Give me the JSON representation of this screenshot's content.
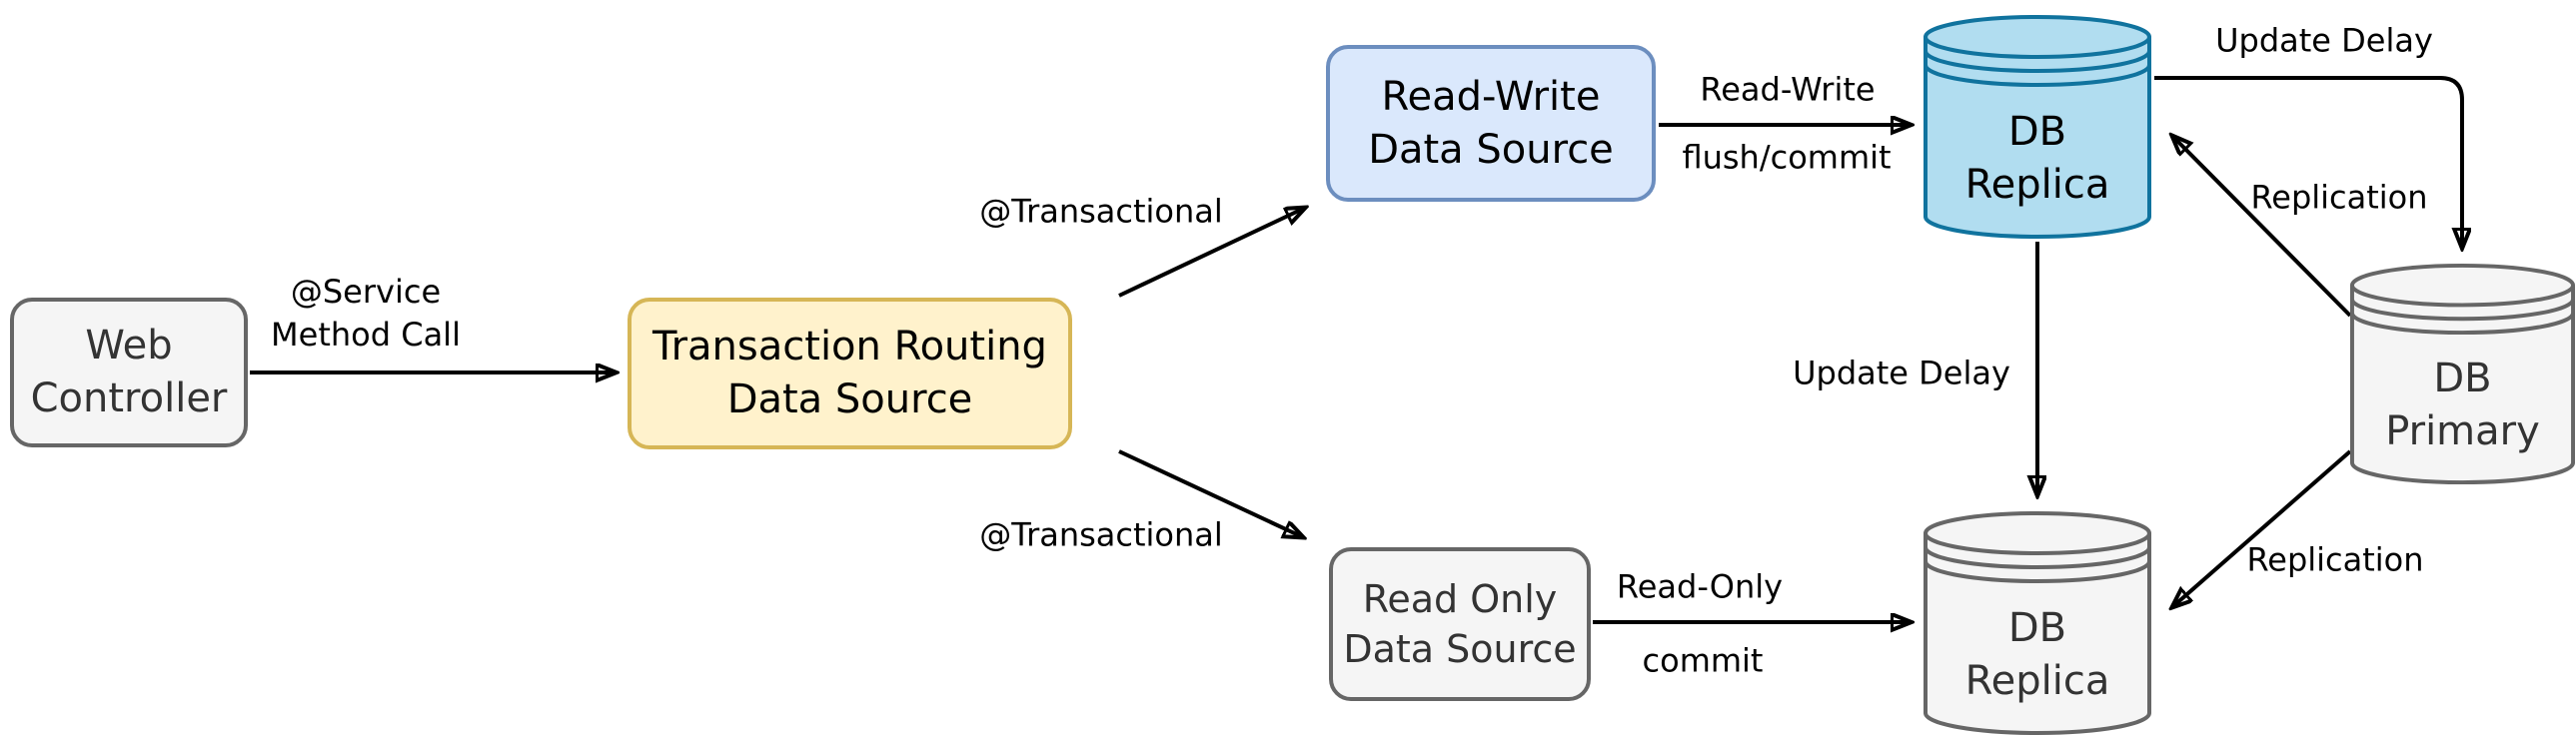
{
  "colors": {
    "canvas_bg": "#ffffff",
    "arrow": "#000000",
    "label_text": "#000000",
    "gray_fill": "#f5f5f5",
    "gray_stroke": "#666666",
    "gray_text": "#333333",
    "yellow_fill": "#fff2cc",
    "yellow_stroke": "#d6b656",
    "blue_fill": "#dae8fc",
    "blue_stroke": "#6c8ebf",
    "cyan_fill": "#b1ddf0",
    "cyan_stroke": "#10739e"
  },
  "nodes": {
    "web_controller": {
      "label": "Web\nController",
      "shape": "rounded-box"
    },
    "transaction_routing": {
      "label": "Transaction Routing\nData Source",
      "shape": "rounded-box"
    },
    "read_write_ds": {
      "label": "Read-Write\nData Source",
      "shape": "rounded-box"
    },
    "read_only_ds": {
      "label": "Read Only\nData Source",
      "shape": "rounded-box"
    },
    "db_replica_rw": {
      "label": "DB\nReplica",
      "shape": "database-cylinder"
    },
    "db_replica_ro": {
      "label": "DB\nReplica",
      "shape": "database-cylinder"
    },
    "db_primary": {
      "label": "DB\nPrimary",
      "shape": "database-cylinder"
    }
  },
  "edge_labels": {
    "service_method_call": "@Service\nMethod Call",
    "transactional_top": "@Transactional",
    "transactional_bottom": "@Transactional",
    "read_write": "Read-Write",
    "flush_commit": "flush/commit",
    "read_only": "Read-Only",
    "commit": "commit",
    "update_delay_top": "Update Delay",
    "update_delay_mid": "Update Delay",
    "replication_top": "Replication",
    "replication_bottom": "Replication"
  }
}
